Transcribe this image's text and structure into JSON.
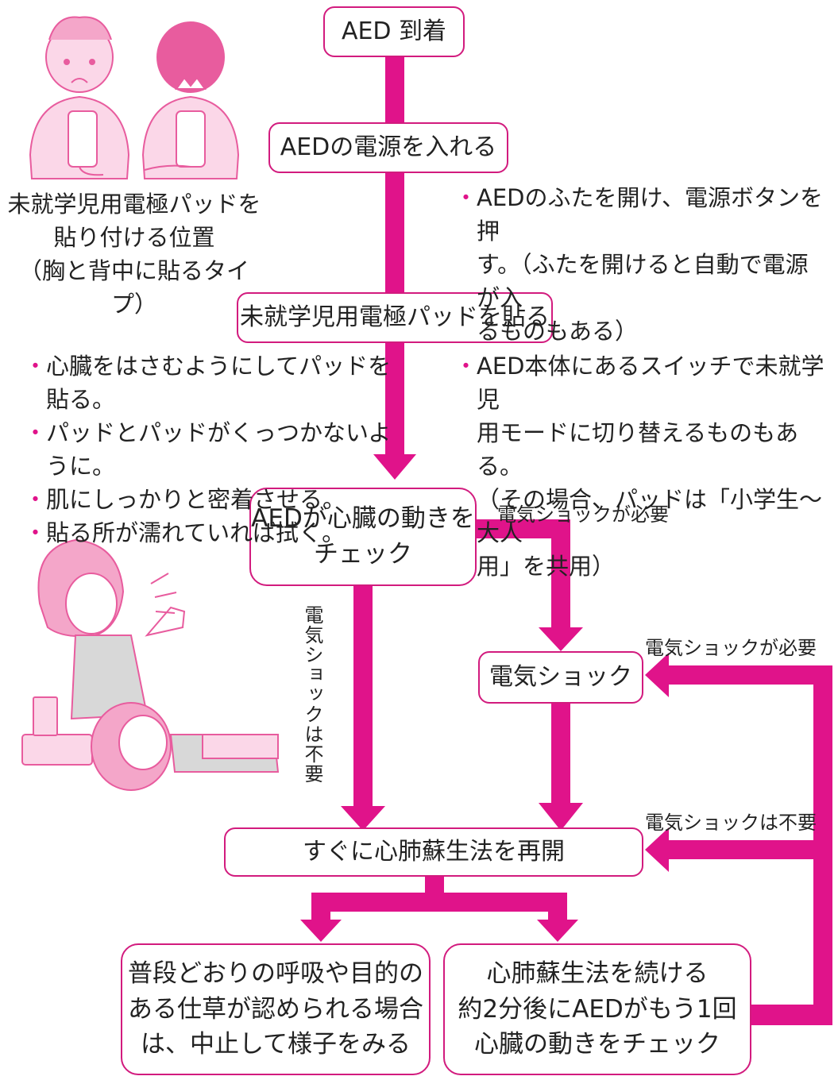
{
  "colors": {
    "accent": "#e0138a",
    "box_border": "#d21b7e",
    "pink_fill": "#f7c9df",
    "pink_dark": "#e85c9e"
  },
  "boxes": {
    "aed_arrive": "AED 到着",
    "power_on": "AEDの電源を入れる",
    "attach_pad": "未就学児用電極パッドを貼る",
    "check_heart": "AEDが心臓の動きを\nチェック",
    "shock": "電気ショック",
    "resume_cpr": "すぐに心肺蘇生法を再開",
    "stop_observe": "普段どおりの呼吸や目的の\nある仕草が認められる場合\nは、中止して様子をみる",
    "continue_cpr": "心肺蘇生法を続ける\n約2分後にAEDがもう1回\n心臓の動きをチェック"
  },
  "captions": {
    "pad_position": "未就学児用電極パッドを\n貼り付ける位置\n（胸と背中に貼るタイプ）"
  },
  "notes": {
    "power_note_line1": "AEDのふたを開け、電源ボタンを押",
    "power_note_line2": "す。（ふたを開けると自動で電源が入",
    "power_note_line3": "るものもある）",
    "pad_tips": [
      "心臓をはさむようにしてパッドを貼る。",
      "パッドとパッドがくっつかないように。",
      "肌にしっかりと密着させる。",
      "貼る所が濡れていれば拭く。"
    ],
    "switch_note_line1": "AED本体にあるスイッチで未就学児",
    "switch_note_line2": "用モードに切り替えるものもある。",
    "switch_note_line3": "（その場合、パッドは「小学生～大人",
    "switch_note_line4": "用」を共用）"
  },
  "labels": {
    "shock_needed_1": "電気ショックが必要",
    "shock_needed_2": "電気ショックが必要",
    "shock_not_needed_vertical": "電気ショックは不要",
    "shock_not_needed_2": "電気ショックは不要"
  }
}
